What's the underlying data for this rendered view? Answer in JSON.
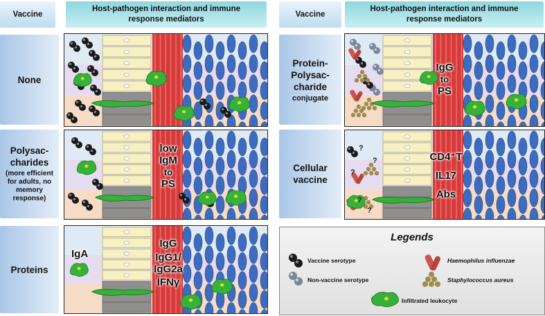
{
  "headers": {
    "left_vaccine": "Vaccine",
    "left_main": "Host-pathogen interaction and immune response mediators",
    "right_vaccine": "Vaccine",
    "right_main": "Host-pathogen interaction and immune response mediators"
  },
  "rows": {
    "none": {
      "label": "None"
    },
    "polysaccharides": {
      "label": "Polysac-charides",
      "sub": "(more efficient for adults, no memory response)",
      "mediators": [
        "low",
        "IgM",
        "to",
        "PS"
      ]
    },
    "proteins": {
      "label": "Proteins",
      "mediators": [
        "IgG",
        "IgG1/",
        "IgG2a",
        "IFNγ"
      ],
      "side_text": "IgA"
    },
    "conjugate": {
      "label": "Protein-Polysac-charide",
      "sub": "conjugate",
      "mediators": [
        "IgG",
        "to",
        "PS"
      ]
    },
    "cellular": {
      "label": "Cellular vaccine",
      "mediators": [
        "CD4⁺T",
        "IL17",
        "Abs"
      ],
      "question_mark": "?"
    }
  },
  "legend": {
    "title": "Legends",
    "vaccine_serotype": "Vaccine serotype",
    "non_vaccine_serotype": "Non-vaccine serotype",
    "haemophilus": "Haemophilus influenzae",
    "staph": "Staphylococcus aureus",
    "leukocyte": "Infiltrated leukocyte"
  },
  "colors": {
    "muscle_red": "#d83a3a",
    "epithelium_cream": "#f7f0c3",
    "ellipse_blue": "#3d6bbd",
    "leukocyte_green": "#36b23a",
    "bacteria_black": "#1a1a1a",
    "header_teal": "#9ad9e1"
  }
}
